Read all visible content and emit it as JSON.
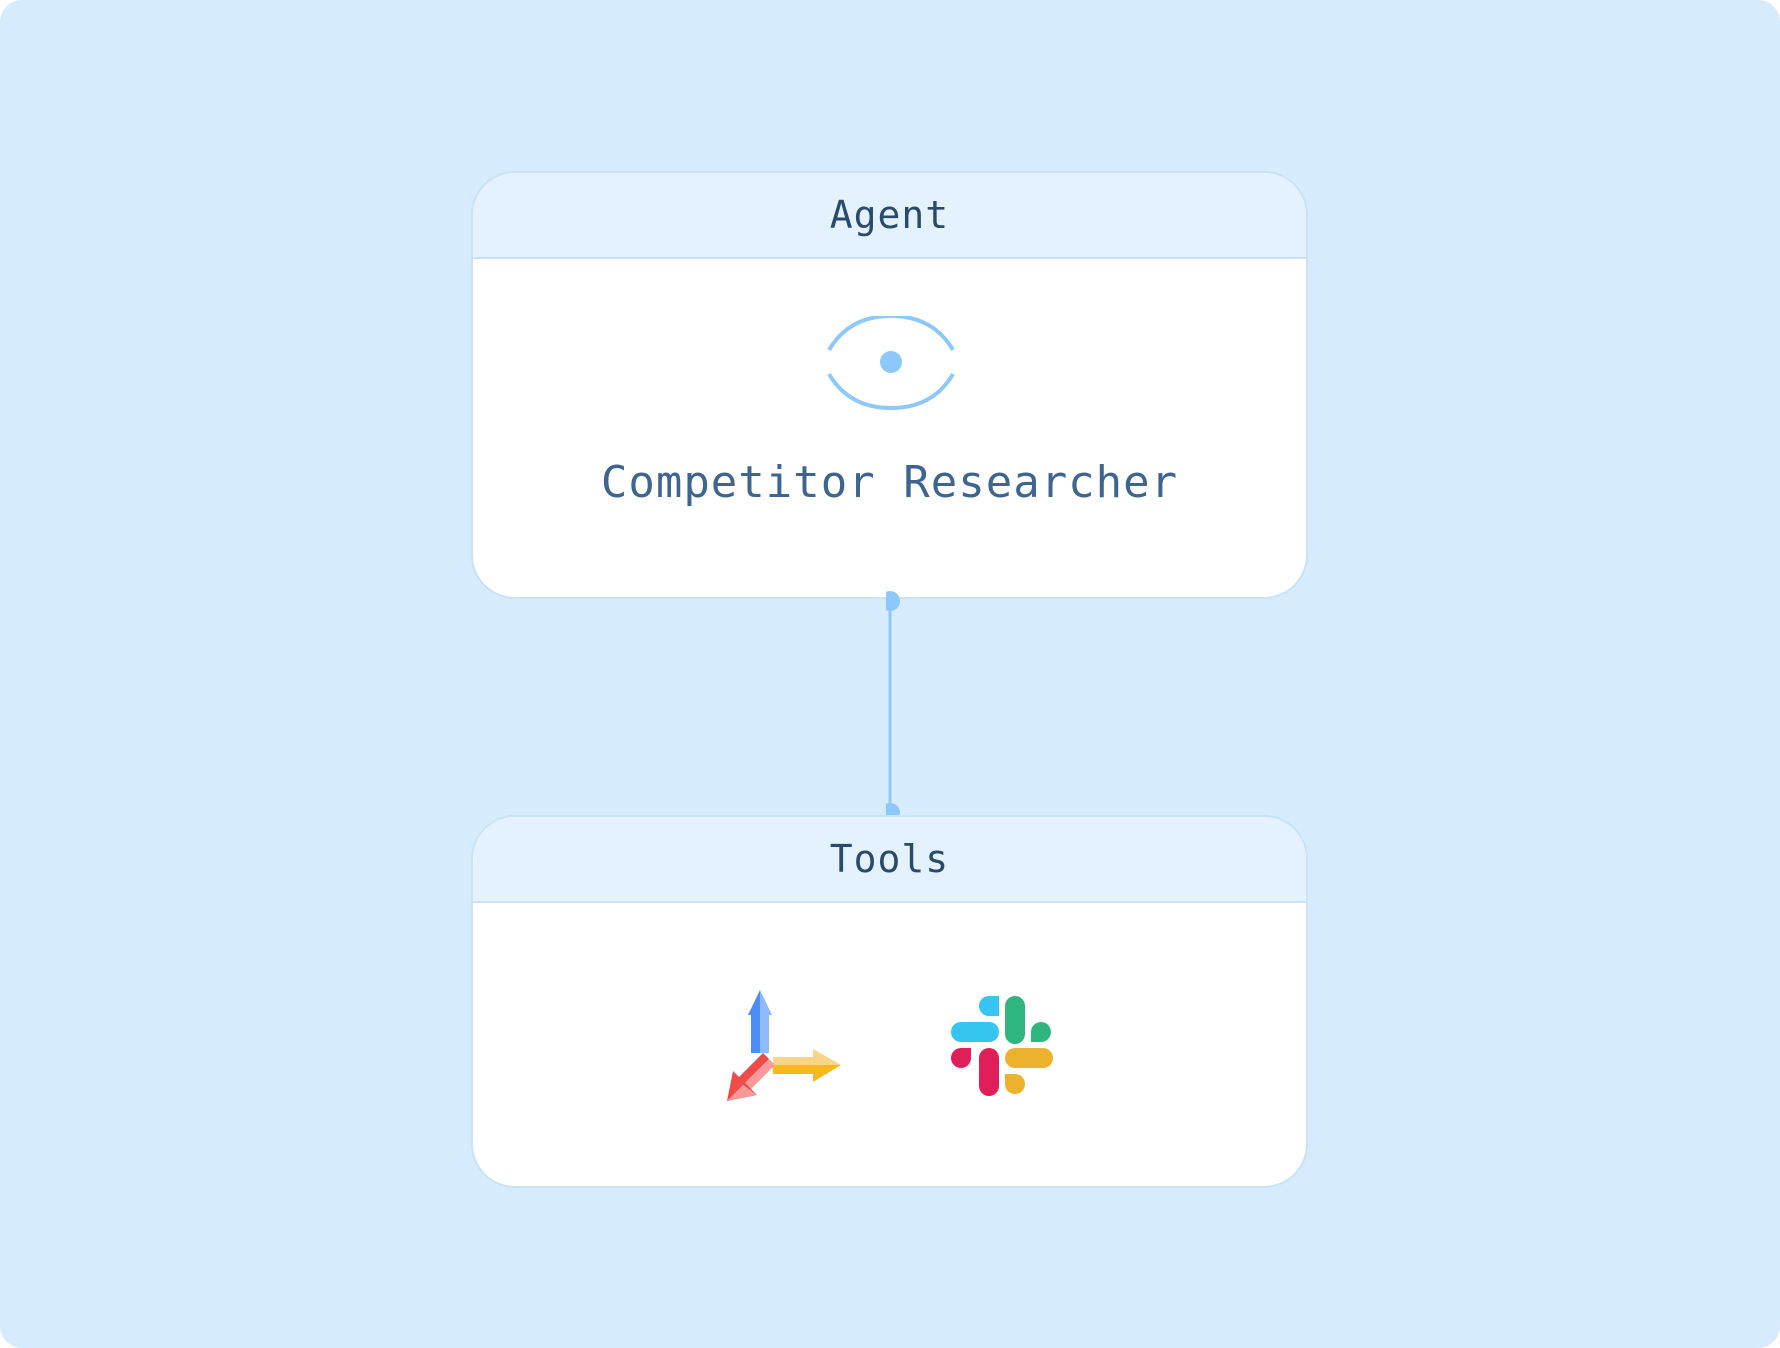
{
  "agent_card": {
    "header": "Agent",
    "icon": "eye-icon",
    "name": "Competitor Researcher"
  },
  "tools_card": {
    "header": "Tools",
    "tools": [
      {
        "icon": "multi-direction-arrows-icon"
      },
      {
        "icon": "slack-icon"
      }
    ]
  },
  "colors": {
    "background": "#d6ebfd",
    "card_header": "#e3f2fe",
    "border": "#c9e2f8",
    "accent": "#8cc8f9",
    "header_text": "#2a4a6b",
    "name_text": "#3e6590"
  }
}
